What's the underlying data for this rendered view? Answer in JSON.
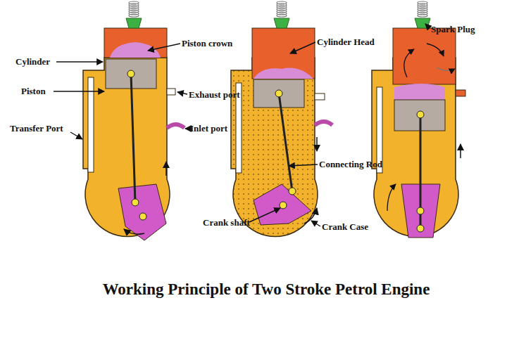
{
  "diagram": {
    "title": "Working Principle of Two Stroke Petrol Engine",
    "labels": [
      "Cylinder",
      "Piston crown",
      "Piston",
      "Exhaust port",
      "Transfer Port",
      "Inlet port",
      "Cylinder Head",
      "Spark Plug",
      "Connecting Rod",
      "Crank shaft",
      "Crank Case"
    ]
  }
}
